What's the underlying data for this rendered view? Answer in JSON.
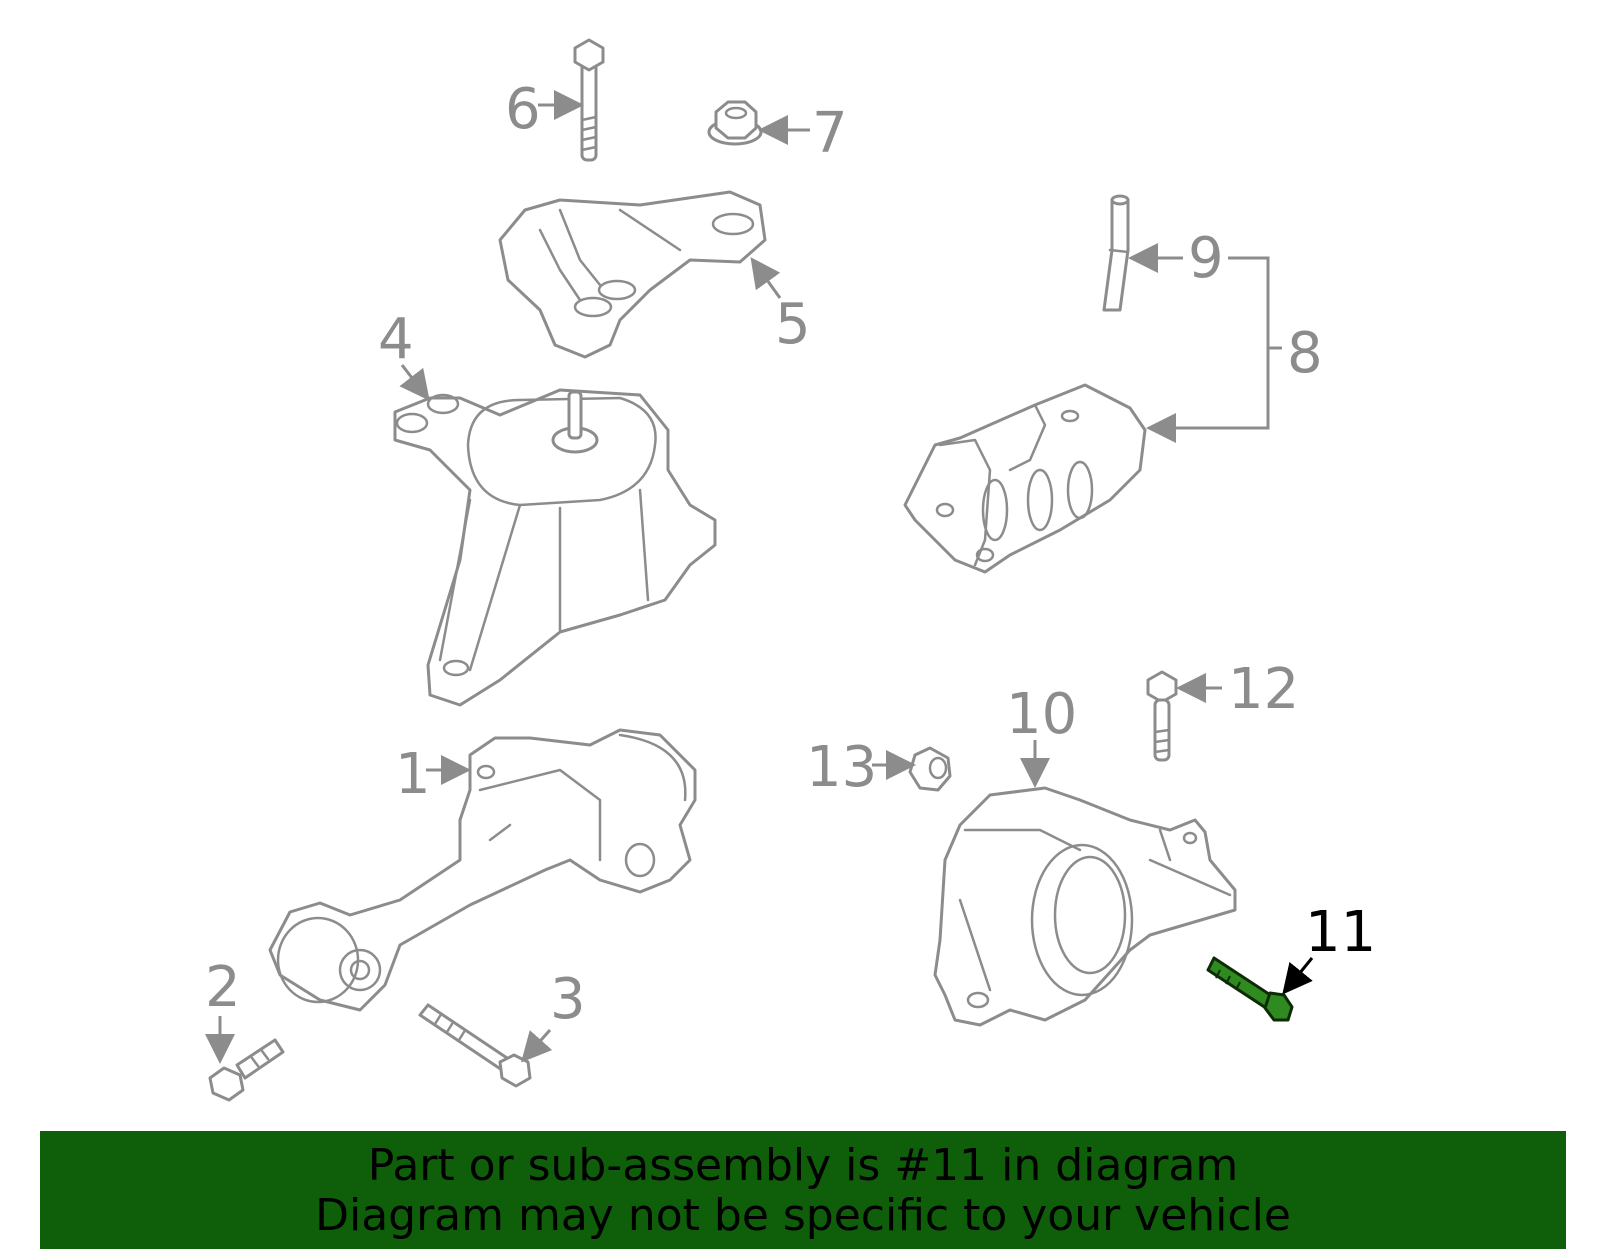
{
  "diagram": {
    "highlight_color": "#2f8a1f",
    "banner_color": "#0f5e0a",
    "line_color": "#8c8c8c",
    "callouts": [
      "1",
      "2",
      "3",
      "4",
      "5",
      "6",
      "7",
      "8",
      "9",
      "10",
      "11",
      "12",
      "13"
    ],
    "highlighted_callout": "11"
  },
  "banner": {
    "line1": "Part or sub-assembly is #11 in diagram",
    "line2": "Diagram may not be specific to your vehicle"
  }
}
